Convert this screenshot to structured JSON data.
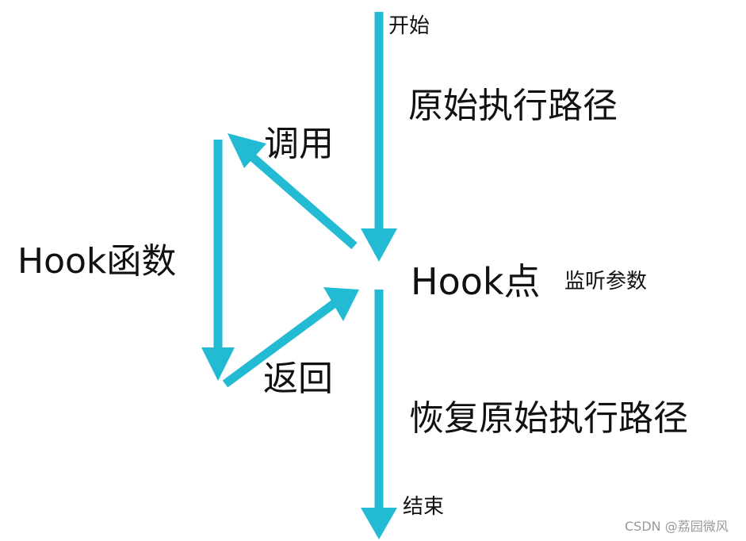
{
  "labels": {
    "start": "开始",
    "original_path": "原始执行路径",
    "call": "调用",
    "hook_function": "Hook函数",
    "hook_point": "Hook点",
    "listen_params": "监听参数",
    "return": "返回",
    "restore_path": "恢复原始执行路径",
    "end": "结束"
  },
  "watermark": "CSDN @荔园微风",
  "colors": {
    "arrow": "#22BBD3",
    "text": "#111111",
    "watermark": "#9a9a9a"
  }
}
